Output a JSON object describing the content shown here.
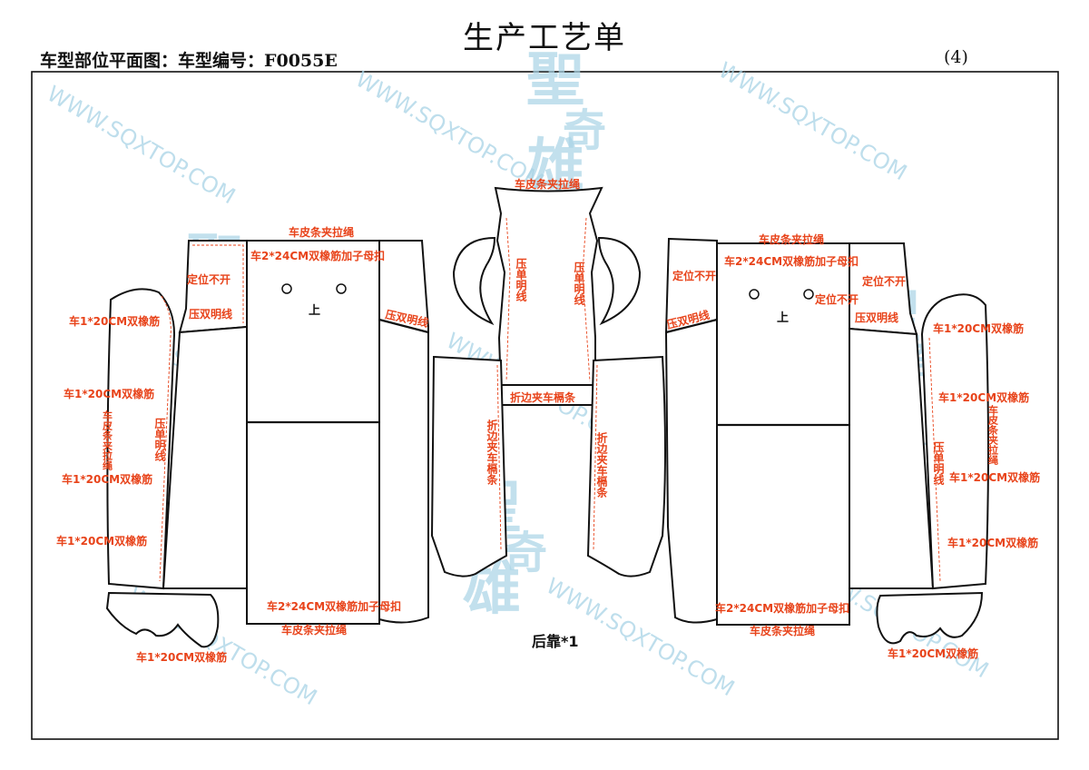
{
  "header": {
    "title": "生产工艺单",
    "subtitle": "车型部位平面图：车型编号：F0055E",
    "page_number": "(4)"
  },
  "watermark": {
    "url_text": "WWW.SQXTOP.COM",
    "logo_chars": [
      "聖",
      "奇",
      "雄"
    ]
  },
  "caption": "后靠*1",
  "colors": {
    "label": "#e8431a",
    "outline": "#111111",
    "watermark": "#a9d4e6"
  },
  "labels": {
    "leather_strip_cord": "车皮条夹拉绳",
    "elastic_24_buckle": "车2*24CM双橡筋加子母扣",
    "no_open_position": "定位不开",
    "double_topstitch": "压双明线",
    "single_topstitch": "压单明线",
    "elastic_20": "车1*20CM双橡筋",
    "fold_edge_strip": "折边夹车槅条",
    "top_mark": "上"
  }
}
